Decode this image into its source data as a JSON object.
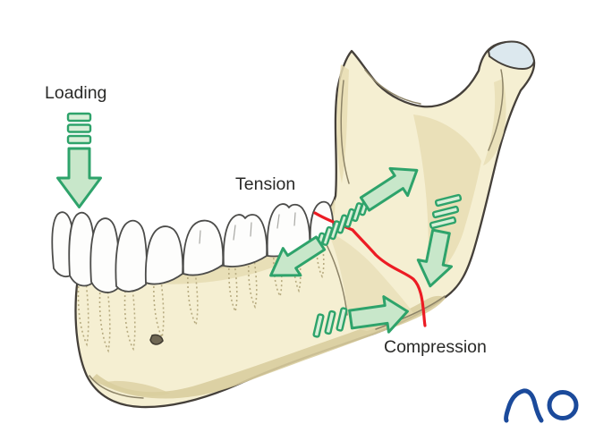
{
  "figure": {
    "labels": {
      "loading": "Loading",
      "tension": "Tension",
      "compression": "Compression"
    },
    "logo": {
      "text": "AO"
    },
    "icons": {
      "loading-arrow": "thick-down-arrow-with-dashed-tail",
      "tension-arrow-up-right": "thick-diagonal-arrow-up-right",
      "tension-arrow-down-left": "thick-diagonal-arrow-down-left",
      "tension-dashed-band": "row-of-slanted-dashes-along-fracture",
      "compression-arrow-down": "thick-down-arrow-with-dashed-tail",
      "compression-arrow-right": "thick-right-arrow-with-dashed-tail",
      "fracture-line": "red-oblique-fracture-line"
    },
    "colors": {
      "background": "#FFFFFF",
      "bone-fill": "#F5EFD2",
      "bone-shade": "#E7DDB4",
      "bone-shade-dark": "#D9CD9E",
      "outline": "#45403A",
      "tooth-fill": "#FDFDFC",
      "cartilage": "#DCE8EE",
      "arrow-fill": "#C8E7CA",
      "bar-fill": "#D8EFD8",
      "arrow-stroke": "#2EA36B",
      "fracture-red": "#EC1C24",
      "label-text": "#2A2A28",
      "logo-blue": "#1B4A9B",
      "root-dotted": "#B7AB80"
    }
  }
}
